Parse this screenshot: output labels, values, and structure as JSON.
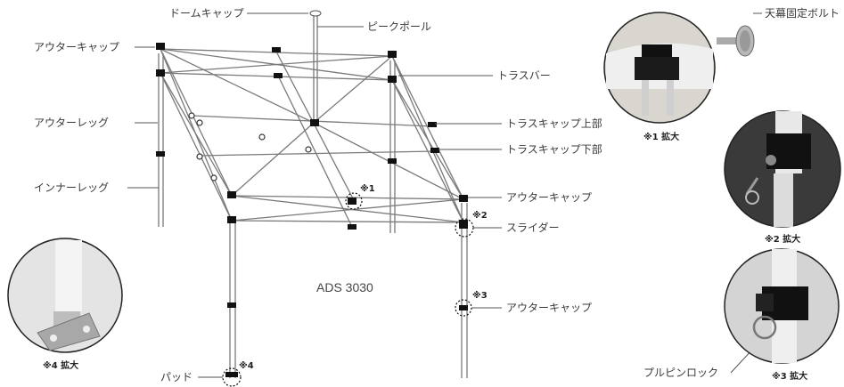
{
  "model_name": "ADS 3030",
  "labels": {
    "dome_cap": "ドームキャップ",
    "peak_pole": "ピークポール",
    "outer_cap_top_left": "アウターキャップ",
    "outer_leg": "アウターレッグ",
    "inner_leg": "インナーレッグ",
    "truss_bar": "トラスバー",
    "truss_cap_upper": "トラスキャップ上部",
    "truss_cap_lower": "トラスキャップ下部",
    "outer_cap_right": "アウターキャップ",
    "slider": "スライダー",
    "outer_cap_lower": "アウターキャップ",
    "pad": "パッド",
    "canopy_bolt": "天幕固定ボルト",
    "pull_pin_lock": "プルピンロック"
  },
  "markers": {
    "m1": "※1",
    "m2": "※2",
    "m3": "※3",
    "m4": "※4"
  },
  "zoom_captions": {
    "z1": "※1 拡大",
    "z2": "※2 拡大",
    "z3": "※3 拡大",
    "z4": "※4 拡大"
  }
}
